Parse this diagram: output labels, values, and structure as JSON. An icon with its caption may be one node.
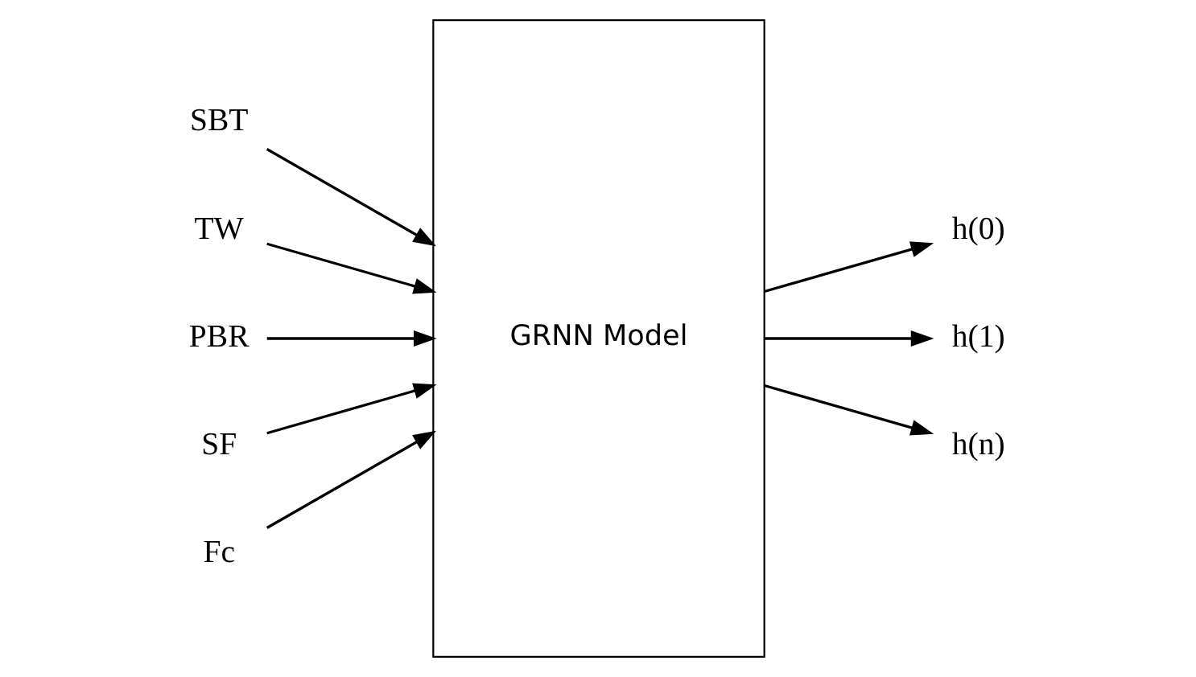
{
  "diagram": {
    "nodes": [
      {
        "text": [
          "SBT"
        ]
      },
      {
        "text": [
          "TW"
        ]
      },
      {
        "text": [
          "PBR"
        ]
      },
      {
        "text": [
          "SF"
        ]
      },
      {
        "text": [
          "Fc"
        ]
      },
      {
        "text": [
          "GRNN Model"
        ]
      },
      {
        "text": [
          "h(0)"
        ]
      },
      {
        "text": [
          "h(1)"
        ]
      },
      {
        "text": [
          "h(n)"
        ]
      }
    ],
    "edges": [
      {
        "from": 0,
        "to": 5,
        "arrow": "to"
      },
      {
        "from": 1,
        "to": 5,
        "arrow": "to"
      },
      {
        "from": 2,
        "to": 5,
        "arrow": "to"
      },
      {
        "from": 3,
        "to": 5,
        "arrow": "to"
      },
      {
        "from": 4,
        "to": 5,
        "arrow": "to"
      },
      {
        "from": 5,
        "to": 6,
        "arrow": "to"
      },
      {
        "from": 5,
        "to": 7,
        "arrow": "to"
      },
      {
        "from": 5,
        "to": 8,
        "arrow": "to"
      }
    ]
  }
}
